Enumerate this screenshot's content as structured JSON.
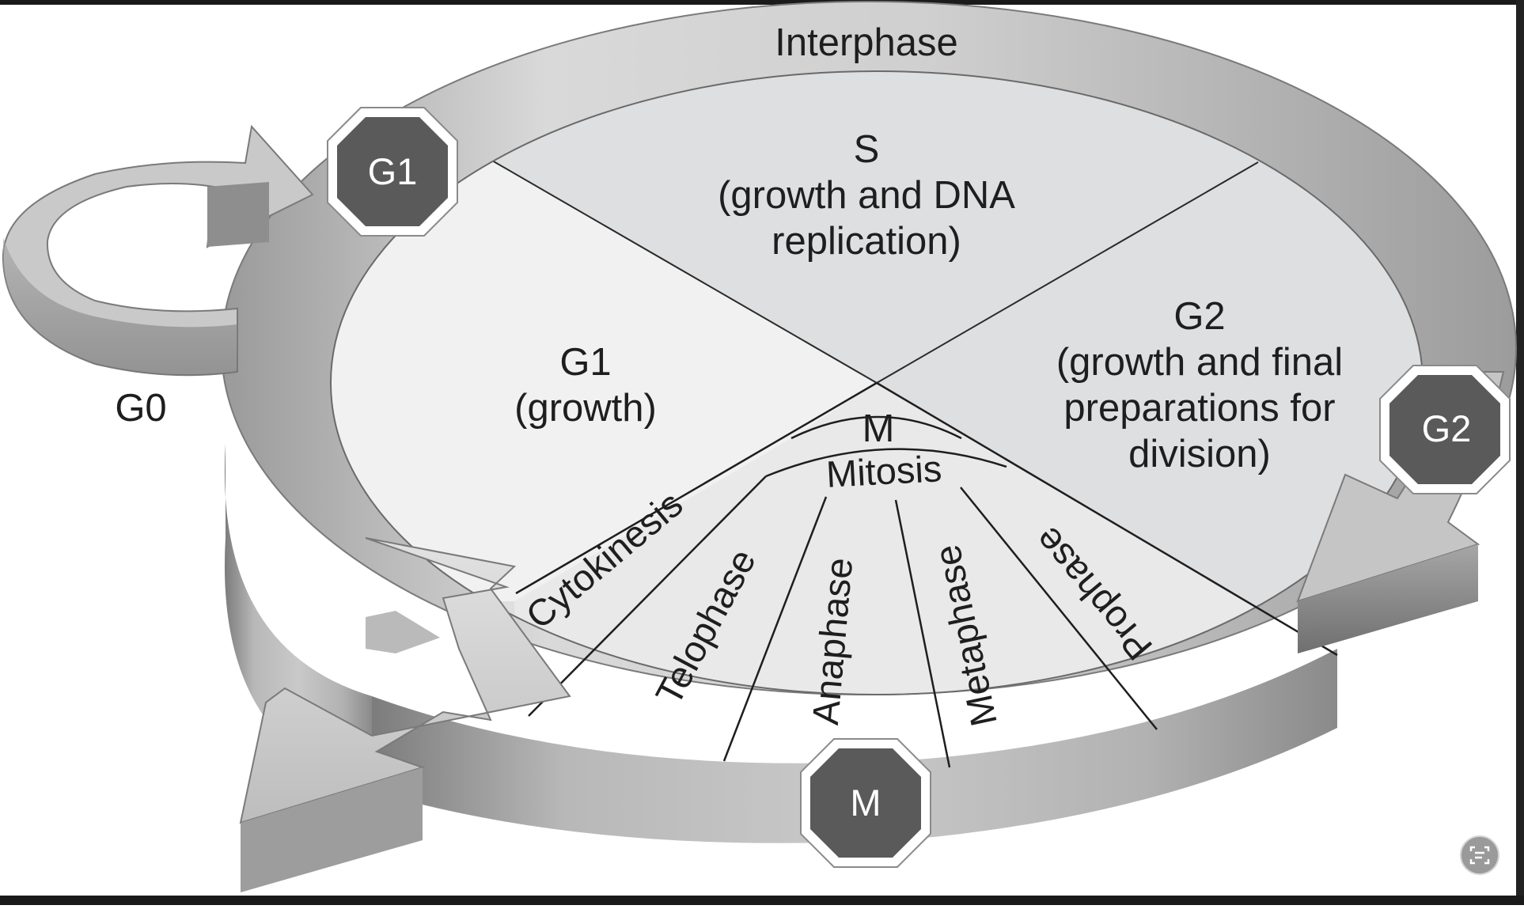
{
  "diagram": {
    "ring_label": "Interphase",
    "g0_label": "G0",
    "sectors": {
      "s": {
        "title": "S",
        "lines": [
          "(growth and DNA",
          "replication)"
        ]
      },
      "g1": {
        "title": "G1",
        "lines": [
          "(growth)"
        ]
      },
      "g2": {
        "title": "G2",
        "lines": [
          "(growth and final",
          "preparations for",
          "division)"
        ]
      }
    },
    "m_label": "M",
    "mitosis_label": "Mitosis",
    "phases": {
      "cytokinesis": "Cytokinesis",
      "telophase": "Telophase",
      "anaphase": "Anaphase",
      "metaphase": "Metaphase",
      "prophase": "Prophase"
    },
    "badges": {
      "g1": "G1",
      "g2": "G2",
      "m": "M"
    }
  },
  "colors": {
    "ring_light": "#d6d6d6",
    "ring_dark": "#8e8e8e",
    "sector_light": "#f1f1f1",
    "sector_mid": "#dedfe0",
    "badge_fill": "#5a5a5a",
    "frame": "#1a1a1a"
  },
  "icons": {
    "viewer_button": "text-recognition-icon"
  }
}
